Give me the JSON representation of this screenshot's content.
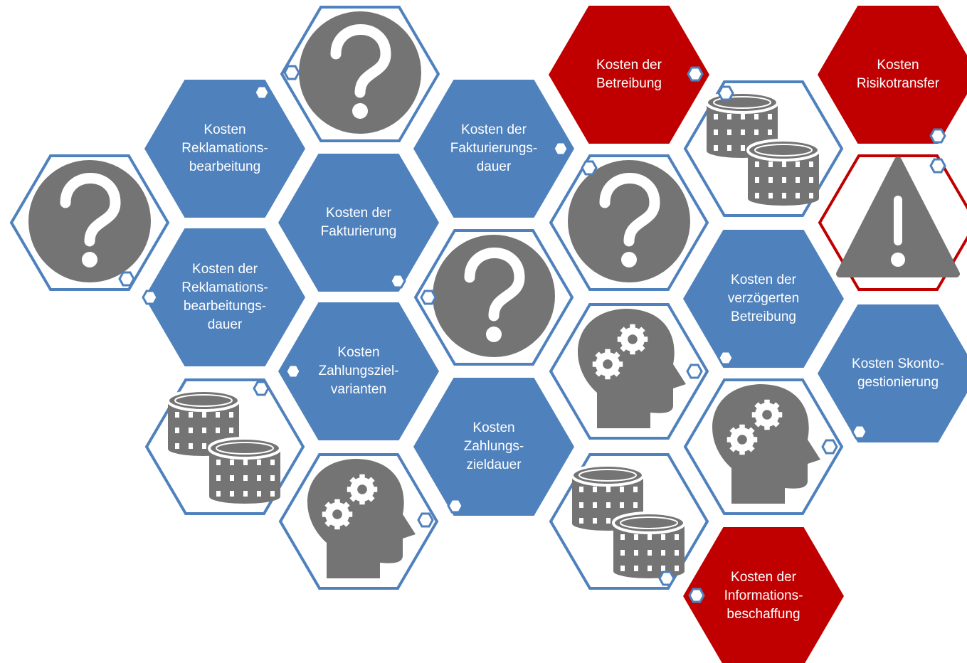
{
  "colors": {
    "blue": "#4f81bd",
    "red": "#c00000",
    "icon_gray": "#747474",
    "outline_blue": "#4f81bd",
    "outline_red": "#c00000"
  },
  "hexagons": [
    {
      "id": "reklamationsbearbeitung",
      "kind": "text",
      "fill": "blue",
      "label": "Kosten\nReklamations-\nbearbeitung"
    },
    {
      "id": "reklamationsbearbeitungsdauer",
      "kind": "text",
      "fill": "blue",
      "label": "Kosten der\nReklamations-\nbearbeitungs-\ndauer"
    },
    {
      "id": "fakturierung",
      "kind": "text",
      "fill": "blue",
      "label": "Kosten der\nFakturierung"
    },
    {
      "id": "zahlungszielvarianten",
      "kind": "text",
      "fill": "blue",
      "label": "Kosten\nZahlungsziel-\nvarianten"
    },
    {
      "id": "fakturierungsdauer",
      "kind": "text",
      "fill": "blue",
      "label": "Kosten der\nFakturierungs-\ndauer"
    },
    {
      "id": "zahlungszieldauer",
      "kind": "text",
      "fill": "blue",
      "label": "Kosten\nZahlungs-\nzieldauer"
    },
    {
      "id": "betreibung",
      "kind": "text",
      "fill": "red",
      "label": "Kosten der\nBetreibung"
    },
    {
      "id": "verzoegerte-betreibung",
      "kind": "text",
      "fill": "blue",
      "label": "Kosten der\nverzögerten\nBetreibung"
    },
    {
      "id": "informationsbeschaffung",
      "kind": "text",
      "fill": "red",
      "label": "Kosten der\nInformations-\nbeschaffung"
    },
    {
      "id": "risikotransfer",
      "kind": "text",
      "fill": "red",
      "label": "Kosten\nRisikotransfer"
    },
    {
      "id": "skontogestionierung",
      "kind": "text",
      "fill": "blue",
      "label": "Kosten Skonto-\ngestionierung"
    },
    {
      "id": "question-left",
      "kind": "icon",
      "icon": "question-icon",
      "outline": "blue"
    },
    {
      "id": "question-top",
      "kind": "icon",
      "icon": "question-icon",
      "outline": "blue"
    },
    {
      "id": "question-center",
      "kind": "icon",
      "icon": "question-icon",
      "outline": "blue"
    },
    {
      "id": "question-right",
      "kind": "icon",
      "icon": "question-icon",
      "outline": "blue"
    },
    {
      "id": "coins-left",
      "kind": "icon",
      "icon": "coins-icon",
      "outline": "blue"
    },
    {
      "id": "coins-mid",
      "kind": "icon",
      "icon": "coins-icon",
      "outline": "blue"
    },
    {
      "id": "coins-right",
      "kind": "icon",
      "icon": "coins-icon",
      "outline": "blue"
    },
    {
      "id": "head-gears-left",
      "kind": "icon",
      "icon": "head-gears-icon",
      "outline": "blue"
    },
    {
      "id": "head-gears-mid",
      "kind": "icon",
      "icon": "head-gears-icon",
      "outline": "blue"
    },
    {
      "id": "head-gears-right",
      "kind": "icon",
      "icon": "head-gears-icon",
      "outline": "blue"
    },
    {
      "id": "warning",
      "kind": "icon",
      "icon": "warning-icon",
      "outline": "red"
    }
  ]
}
